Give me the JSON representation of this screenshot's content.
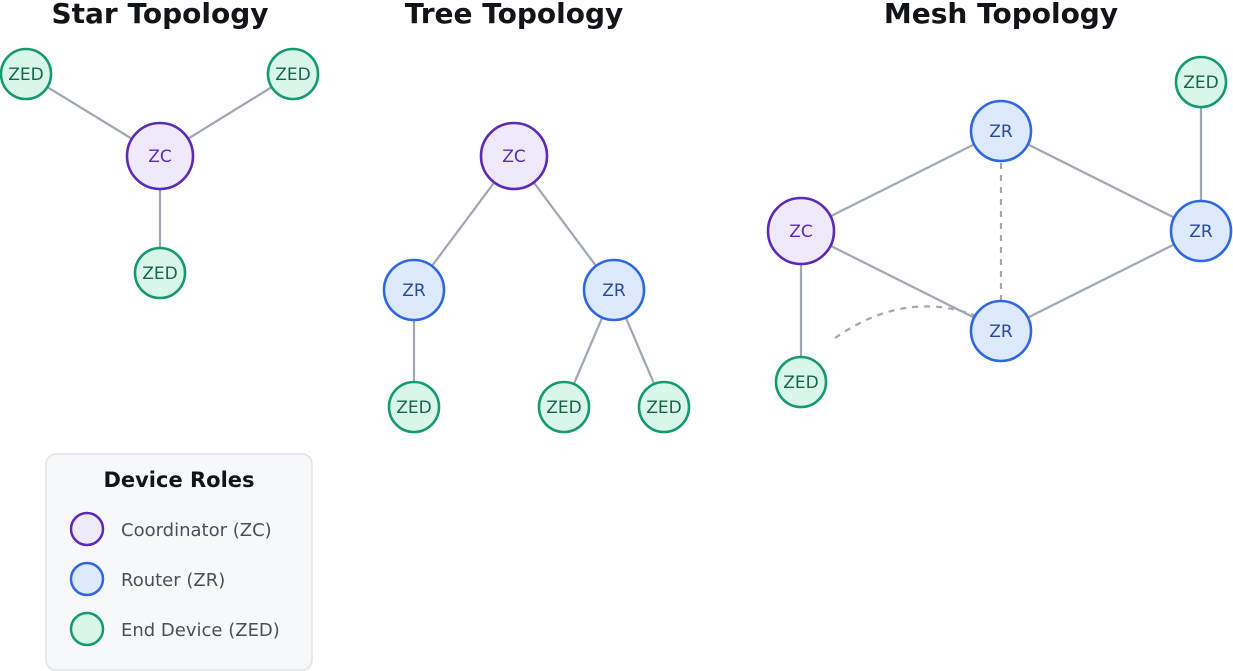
{
  "colors": {
    "coordinator_stroke": "#5b2bb5",
    "coordinator_fill": "#efe9fb",
    "coordinator_text": "#5b2bb5",
    "router_stroke": "#2f67e0",
    "router_fill": "#dde9fd",
    "router_text": "#284a9c",
    "end_device_stroke": "#159a6c",
    "end_device_fill": "#d8f7e8",
    "end_device_text": "#16664a",
    "edge": "#a0a6b3",
    "legend_bg": "#f7f8fa",
    "legend_border": "#dfe2e7"
  },
  "panels": {
    "star": {
      "title": "Star Topology",
      "nodes": [
        {
          "id": "star-zc",
          "role": "coordinator",
          "label": "ZC"
        },
        {
          "id": "star-zed-1",
          "role": "end_device",
          "label": "ZED"
        },
        {
          "id": "star-zed-2",
          "role": "end_device",
          "label": "ZED"
        },
        {
          "id": "star-zed-3",
          "role": "end_device",
          "label": "ZED"
        }
      ],
      "edges": [
        {
          "from": "star-zc",
          "to": "star-zed-1",
          "style": "solid"
        },
        {
          "from": "star-zc",
          "to": "star-zed-2",
          "style": "solid"
        },
        {
          "from": "star-zc",
          "to": "star-zed-3",
          "style": "solid"
        }
      ]
    },
    "tree": {
      "title": "Tree Topology",
      "nodes": [
        {
          "id": "tree-zc",
          "role": "coordinator",
          "label": "ZC"
        },
        {
          "id": "tree-zr-1",
          "role": "router",
          "label": "ZR"
        },
        {
          "id": "tree-zr-2",
          "role": "router",
          "label": "ZR"
        },
        {
          "id": "tree-zed-1",
          "role": "end_device",
          "label": "ZED"
        },
        {
          "id": "tree-zed-2",
          "role": "end_device",
          "label": "ZED"
        },
        {
          "id": "tree-zed-3",
          "role": "end_device",
          "label": "ZED"
        }
      ],
      "edges": [
        {
          "from": "tree-zc",
          "to": "tree-zr-1",
          "style": "solid"
        },
        {
          "from": "tree-zc",
          "to": "tree-zr-2",
          "style": "solid"
        },
        {
          "from": "tree-zr-1",
          "to": "tree-zed-1",
          "style": "solid"
        },
        {
          "from": "tree-zr-2",
          "to": "tree-zed-2",
          "style": "solid"
        },
        {
          "from": "tree-zr-2",
          "to": "tree-zed-3",
          "style": "solid"
        }
      ]
    },
    "mesh": {
      "title": "Mesh Topology",
      "nodes": [
        {
          "id": "mesh-zc",
          "role": "coordinator",
          "label": "ZC"
        },
        {
          "id": "mesh-zr-top",
          "role": "router",
          "label": "ZR"
        },
        {
          "id": "mesh-zr-right",
          "role": "router",
          "label": "ZR"
        },
        {
          "id": "mesh-zr-bottom",
          "role": "router",
          "label": "ZR"
        },
        {
          "id": "mesh-zed-top",
          "role": "end_device",
          "label": "ZED"
        },
        {
          "id": "mesh-zed-bottom",
          "role": "end_device",
          "label": "ZED"
        }
      ],
      "edges": [
        {
          "from": "mesh-zc",
          "to": "mesh-zr-top",
          "style": "solid"
        },
        {
          "from": "mesh-zc",
          "to": "mesh-zr-bottom",
          "style": "solid"
        },
        {
          "from": "mesh-zr-top",
          "to": "mesh-zr-right",
          "style": "solid"
        },
        {
          "from": "mesh-zr-right",
          "to": "mesh-zr-bottom",
          "style": "solid"
        },
        {
          "from": "mesh-zr-top",
          "to": "mesh-zr-bottom",
          "style": "dashed"
        },
        {
          "from": "mesh-zed-top",
          "to": "mesh-zr-right",
          "style": "solid"
        },
        {
          "from": "mesh-zc",
          "to": "mesh-zed-bottom",
          "style": "solid"
        },
        {
          "from": "mesh-zed-bottom",
          "to": "mesh-zr-bottom",
          "style": "dashed-curve"
        }
      ]
    }
  },
  "legend": {
    "title": "Device Roles",
    "items": [
      {
        "role": "coordinator",
        "label": "Coordinator (ZC)"
      },
      {
        "role": "router",
        "label": "Router (ZR)"
      },
      {
        "role": "end_device",
        "label": "End Device (ZED)"
      }
    ]
  }
}
